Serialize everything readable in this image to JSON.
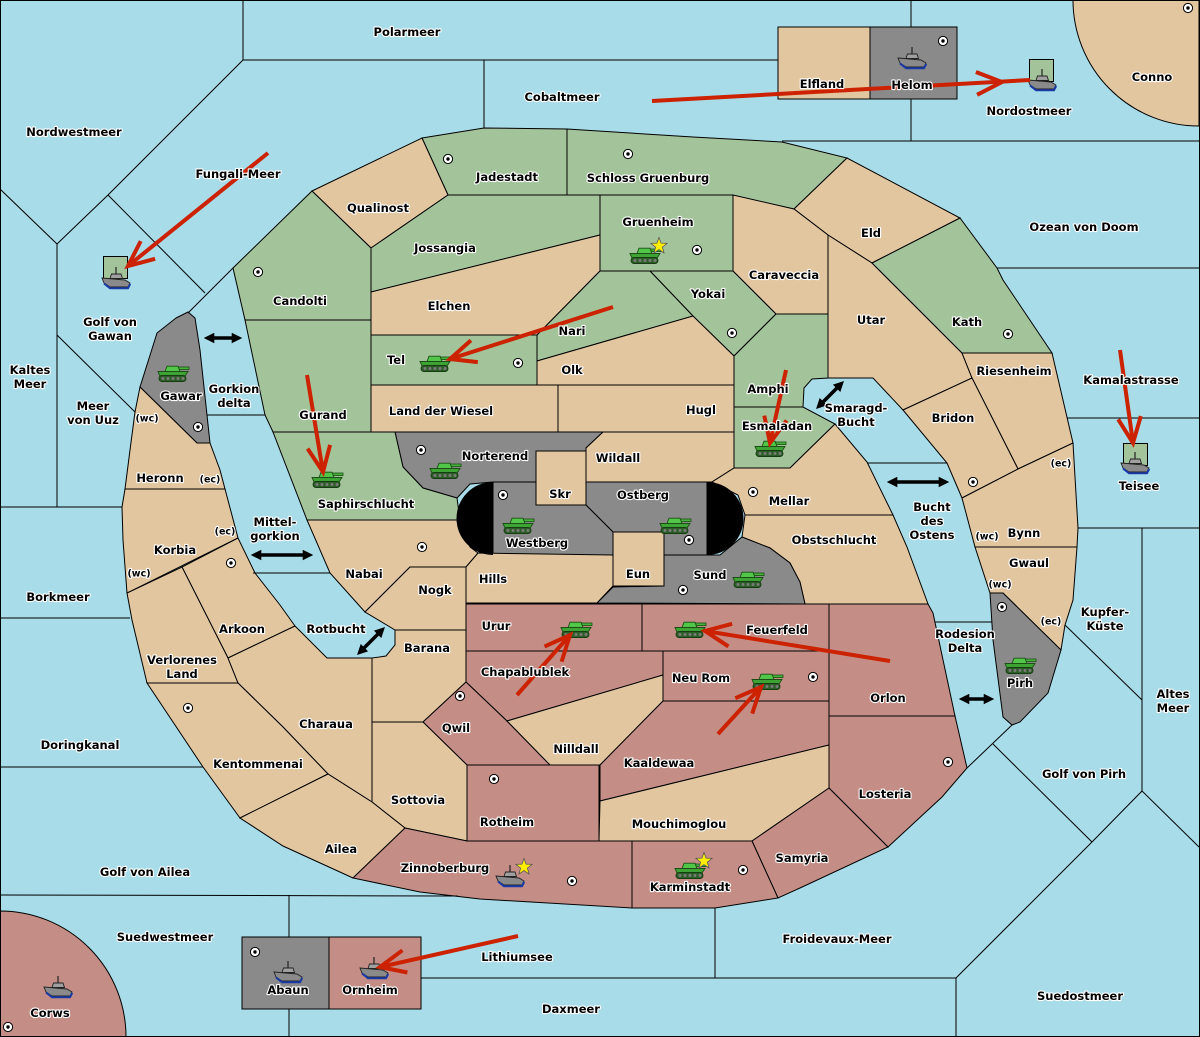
{
  "colors": {
    "sea": "#a8dce9",
    "neutral": "#e2c6a0",
    "green": "#a3c49a",
    "gray": "#8a8a8a",
    "red": "#c48e86",
    "border": "#000000",
    "order_arrow": "#cc2200",
    "crossing_arrow": "#000000",
    "star": "#ffee00",
    "supply_center": "#ffffff"
  },
  "territories": [
    {
      "id": "polarmeer",
      "name": "Polarmeer",
      "label": [
        "Polarmeer"
      ],
      "type": "sea"
    },
    {
      "id": "cobaltmeer",
      "name": "Cobaltmeer",
      "label": [
        "Cobaltmeer"
      ],
      "type": "sea"
    },
    {
      "id": "elfland",
      "name": "Elfland",
      "label": [
        "Elfland"
      ],
      "type": "land",
      "owner": "neutral"
    },
    {
      "id": "helom",
      "name": "Helom",
      "label": [
        "Helom"
      ],
      "type": "land",
      "owner": "gray"
    },
    {
      "id": "nordostmeer",
      "name": "Nordostmeer",
      "label": [
        "Nordostmeer"
      ],
      "type": "sea"
    },
    {
      "id": "conno",
      "name": "Conno",
      "label": [
        "Conno"
      ],
      "type": "land",
      "owner": "neutral"
    },
    {
      "id": "nordwestmeer",
      "name": "Nordwestmeer",
      "label": [
        "Nordwestmeer"
      ],
      "type": "sea"
    },
    {
      "id": "fungali-meer",
      "name": "Fungali-Meer",
      "label": [
        "Fungali-Meer"
      ],
      "type": "sea"
    },
    {
      "id": "jadestadt",
      "name": "Jadestadt",
      "label": [
        "Jadestadt"
      ],
      "type": "land",
      "owner": "green"
    },
    {
      "id": "schloss-gruenburg",
      "name": "Schloss Gruenburg",
      "label": [
        "Schloss Gruenburg"
      ],
      "type": "land",
      "owner": "green"
    },
    {
      "id": "qualinost",
      "name": "Qualinost",
      "label": [
        "Qualinost"
      ],
      "type": "land",
      "owner": "neutral"
    },
    {
      "id": "gruenheim",
      "name": "Gruenheim",
      "label": [
        "Gruenheim"
      ],
      "type": "land",
      "owner": "green"
    },
    {
      "id": "jossangia",
      "name": "Jossangia",
      "label": [
        "Jossangia"
      ],
      "type": "land",
      "owner": "green"
    },
    {
      "id": "eld",
      "name": "Eld",
      "label": [
        "Eld"
      ],
      "type": "land",
      "owner": "neutral"
    },
    {
      "id": "ozean-von-doom",
      "name": "Ozean von Doom",
      "label": [
        "Ozean von Doom"
      ],
      "type": "sea"
    },
    {
      "id": "caraveccia",
      "name": "Caraveccia",
      "label": [
        "Caraveccia"
      ],
      "type": "land",
      "owner": "neutral"
    },
    {
      "id": "candolti",
      "name": "Candolti",
      "label": [
        "Candolti"
      ],
      "type": "land",
      "owner": "green"
    },
    {
      "id": "elchen",
      "name": "Elchen",
      "label": [
        "Elchen"
      ],
      "type": "land",
      "owner": "neutral"
    },
    {
      "id": "yokai",
      "name": "Yokai",
      "label": [
        "Yokai"
      ],
      "type": "land",
      "owner": "green"
    },
    {
      "id": "utar",
      "name": "Utar",
      "label": [
        "Utar"
      ],
      "type": "land",
      "owner": "neutral"
    },
    {
      "id": "kath",
      "name": "Kath",
      "label": [
        "Kath"
      ],
      "type": "land",
      "owner": "green"
    },
    {
      "id": "nari",
      "name": "Nari",
      "label": [
        "Nari"
      ],
      "type": "land",
      "owner": "green"
    },
    {
      "id": "golf-von-gawan",
      "name": "Golf von Gawan",
      "label": [
        "Golf von",
        "Gawan"
      ],
      "type": "sea"
    },
    {
      "id": "tel",
      "name": "Tel",
      "label": [
        "Tel"
      ],
      "type": "land",
      "owner": "green"
    },
    {
      "id": "olk",
      "name": "Olk",
      "label": [
        "Olk"
      ],
      "type": "land",
      "owner": "neutral"
    },
    {
      "id": "riesenheim",
      "name": "Riesenheim",
      "label": [
        "Riesenheim"
      ],
      "type": "land",
      "owner": "neutral"
    },
    {
      "id": "kamalastrasse",
      "name": "Kamalastrasse",
      "label": [
        "Kamalastrasse"
      ],
      "type": "sea"
    },
    {
      "id": "kaltes-meer",
      "name": "Kaltes Meer",
      "label": [
        "Kaltes",
        "Meer"
      ],
      "type": "sea"
    },
    {
      "id": "amphi",
      "name": "Amphi",
      "label": [
        "Amphi"
      ],
      "type": "land",
      "owner": "green"
    },
    {
      "id": "gawar",
      "name": "Gawar",
      "label": [
        "Gawar"
      ],
      "type": "land",
      "owner": "gray"
    },
    {
      "id": "gorkion-delta",
      "name": "Gorkion delta",
      "label": [
        "Gorkion",
        "delta"
      ],
      "type": "sea"
    },
    {
      "id": "meer-von-uuz",
      "name": "Meer von Uuz",
      "label": [
        "Meer",
        "von Uuz"
      ],
      "type": "sea"
    },
    {
      "id": "land-der-wiesel",
      "name": "Land der Wiesel",
      "label": [
        "Land der Wiesel"
      ],
      "type": "land",
      "owner": "neutral"
    },
    {
      "id": "hugl",
      "name": "Hugl",
      "label": [
        "Hugl"
      ],
      "type": "land",
      "owner": "neutral"
    },
    {
      "id": "gurand",
      "name": "Gurand",
      "label": [
        "Gurand"
      ],
      "type": "land",
      "owner": "green"
    },
    {
      "id": "smaragd-bucht",
      "name": "Smaragd-Bucht",
      "label": [
        "Smaragd-",
        "Bucht"
      ],
      "type": "sea"
    },
    {
      "id": "bridon",
      "name": "Bridon",
      "label": [
        "Bridon"
      ],
      "type": "land",
      "owner": "neutral"
    },
    {
      "id": "esmaladan",
      "name": "Esmaladan",
      "label": [
        "Esmaladan"
      ],
      "type": "land",
      "owner": "green"
    },
    {
      "id": "norterend",
      "name": "Norterend",
      "label": [
        "Norterend"
      ],
      "type": "land",
      "owner": "gray"
    },
    {
      "id": "wildall",
      "name": "Wildall",
      "label": [
        "Wildall"
      ],
      "type": "land",
      "owner": "neutral"
    },
    {
      "id": "heronn",
      "name": "Heronn",
      "label": [
        "Heronn"
      ],
      "type": "land",
      "owner": "neutral",
      "coast_labels": [
        "(wc)",
        "(ec)"
      ]
    },
    {
      "id": "bynn",
      "name": "Bynn",
      "label": [
        "Bynn"
      ],
      "type": "land",
      "owner": "neutral",
      "coast_labels": [
        "(wc)",
        "(ec)"
      ]
    },
    {
      "id": "teisee",
      "name": "Teisee",
      "label": [
        "Teisee"
      ],
      "type": "sea"
    },
    {
      "id": "skr",
      "name": "Skr",
      "label": [
        "Skr"
      ],
      "type": "land",
      "owner": "neutral"
    },
    {
      "id": "ostberg",
      "name": "Ostberg",
      "label": [
        "Ostberg"
      ],
      "type": "land",
      "owner": "gray"
    },
    {
      "id": "mellar",
      "name": "Mellar",
      "label": [
        "Mellar"
      ],
      "type": "land",
      "owner": "neutral"
    },
    {
      "id": "saphirschlucht",
      "name": "Saphirschlucht",
      "label": [
        "Saphirschlucht"
      ],
      "type": "land",
      "owner": "green"
    },
    {
      "id": "bucht-des-ostens",
      "name": "Bucht des Ostens",
      "label": [
        "Bucht",
        "des",
        "Ostens"
      ],
      "type": "sea"
    },
    {
      "id": "mittel-gorkion",
      "name": "Mittel-gorkion",
      "label": [
        "Mittel-",
        "gorkion"
      ],
      "type": "sea"
    },
    {
      "id": "korbia",
      "name": "Korbia",
      "label": [
        "Korbia"
      ],
      "type": "land",
      "owner": "neutral",
      "coast_labels": [
        "(wc)",
        "(ec)"
      ]
    },
    {
      "id": "obstschlucht",
      "name": "Obstschlucht",
      "label": [
        "Obstschlucht"
      ],
      "type": "land",
      "owner": "neutral"
    },
    {
      "id": "westberg",
      "name": "Westberg",
      "label": [
        "Westberg"
      ],
      "type": "land",
      "owner": "gray"
    },
    {
      "id": "gwaul",
      "name": "Gwaul",
      "label": [
        "Gwaul"
      ],
      "type": "land",
      "owner": "neutral",
      "coast_labels": [
        "(wc)",
        "(ec)"
      ]
    },
    {
      "id": "nabai",
      "name": "Nabai",
      "label": [
        "Nabai"
      ],
      "type": "land",
      "owner": "neutral"
    },
    {
      "id": "eun",
      "name": "Eun",
      "label": [
        "Eun"
      ],
      "type": "land",
      "owner": "neutral"
    },
    {
      "id": "sund",
      "name": "Sund",
      "label": [
        "Sund"
      ],
      "type": "land",
      "owner": "gray"
    },
    {
      "id": "hills",
      "name": "Hills",
      "label": [
        "Hills"
      ],
      "type": "land",
      "owner": "neutral"
    },
    {
      "id": "nogk",
      "name": "Nogk",
      "label": [
        "Nogk"
      ],
      "type": "land",
      "owner": "neutral"
    },
    {
      "id": "borkmeer",
      "name": "Borkmeer",
      "label": [
        "Borkmeer"
      ],
      "type": "sea"
    },
    {
      "id": "kupfer-kueste",
      "name": "Kupfer-Küste",
      "label": [
        "Kupfer-",
        "Küste"
      ],
      "type": "sea"
    },
    {
      "id": "urur",
      "name": "Urur",
      "label": [
        "Urur"
      ],
      "type": "land",
      "owner": "red"
    },
    {
      "id": "rotbucht",
      "name": "Rotbucht",
      "label": [
        "Rotbucht"
      ],
      "type": "sea"
    },
    {
      "id": "arkoon",
      "name": "Arkoon",
      "label": [
        "Arkoon"
      ],
      "type": "land",
      "owner": "neutral"
    },
    {
      "id": "feuerfeld",
      "name": "Feuerfeld",
      "label": [
        "Feuerfeld"
      ],
      "type": "land",
      "owner": "red"
    },
    {
      "id": "rodesion-delta",
      "name": "Rodesion Delta",
      "label": [
        "Rodesion",
        "Delta"
      ],
      "type": "sea"
    },
    {
      "id": "barana",
      "name": "Barana",
      "label": [
        "Barana"
      ],
      "type": "land",
      "owner": "neutral"
    },
    {
      "id": "verlorenes-land",
      "name": "Verlorenes Land",
      "label": [
        "Verlorenes",
        "Land"
      ],
      "type": "land",
      "owner": "neutral"
    },
    {
      "id": "chapablublek",
      "name": "Chapablublek",
      "label": [
        "Chapablublek"
      ],
      "type": "land",
      "owner": "red"
    },
    {
      "id": "neu-rom",
      "name": "Neu Rom",
      "label": [
        "Neu Rom"
      ],
      "type": "land",
      "owner": "red"
    },
    {
      "id": "pirh",
      "name": "Pirh",
      "label": [
        "Pirh"
      ],
      "type": "land",
      "owner": "gray"
    },
    {
      "id": "altes-meer",
      "name": "Altes Meer",
      "label": [
        "Altes",
        "Meer"
      ],
      "type": "sea"
    },
    {
      "id": "orlon",
      "name": "Orlon",
      "label": [
        "Orlon"
      ],
      "type": "land",
      "owner": "red"
    },
    {
      "id": "charaua",
      "name": "Charaua",
      "label": [
        "Charaua"
      ],
      "type": "land",
      "owner": "neutral"
    },
    {
      "id": "qwil",
      "name": "Qwil",
      "label": [
        "Qwil"
      ],
      "type": "land",
      "owner": "red"
    },
    {
      "id": "nilldall",
      "name": "Nilldall",
      "label": [
        "Nilldall"
      ],
      "type": "land",
      "owner": "neutral"
    },
    {
      "id": "doringkanal",
      "name": "Doringkanal",
      "label": [
        "Doringkanal"
      ],
      "type": "sea"
    },
    {
      "id": "kentommenai",
      "name": "Kentommenai",
      "label": [
        "Kentommenai"
      ],
      "type": "land",
      "owner": "neutral"
    },
    {
      "id": "kaaldewaa",
      "name": "Kaaldewaa",
      "label": [
        "Kaaldewaa"
      ],
      "type": "land",
      "owner": "red"
    },
    {
      "id": "golf-von-pirh",
      "name": "Golf von Pirh",
      "label": [
        "Golf von Pirh"
      ],
      "type": "sea"
    },
    {
      "id": "losteria",
      "name": "Losteria",
      "label": [
        "Losteria"
      ],
      "type": "land",
      "owner": "red"
    },
    {
      "id": "sottovia",
      "name": "Sottovia",
      "label": [
        "Sottovia"
      ],
      "type": "land",
      "owner": "neutral"
    },
    {
      "id": "rotheim",
      "name": "Rotheim",
      "label": [
        "Rotheim"
      ],
      "type": "land",
      "owner": "red"
    },
    {
      "id": "mouchimoglou",
      "name": "Mouchimoglou",
      "label": [
        "Mouchimoglou"
      ],
      "type": "land",
      "owner": "neutral"
    },
    {
      "id": "ailea",
      "name": "Ailea",
      "label": [
        "Ailea"
      ],
      "type": "land",
      "owner": "neutral"
    },
    {
      "id": "samyria",
      "name": "Samyria",
      "label": [
        "Samyria"
      ],
      "type": "land",
      "owner": "red"
    },
    {
      "id": "zinnoberburg",
      "name": "Zinnoberburg",
      "label": [
        "Zinnoberburg"
      ],
      "type": "land",
      "owner": "red"
    },
    {
      "id": "golf-von-ailea",
      "name": "Golf von Ailea",
      "label": [
        "Golf von Ailea"
      ],
      "type": "sea"
    },
    {
      "id": "karminstadt",
      "name": "Karminstadt",
      "label": [
        "Karminstadt"
      ],
      "type": "land",
      "owner": "red"
    },
    {
      "id": "suedwestmeer",
      "name": "Suedwestmeer",
      "label": [
        "Suedwestmeer"
      ],
      "type": "sea"
    },
    {
      "id": "froidevaux-meer",
      "name": "Froidevaux-Meer",
      "label": [
        "Froidevaux-Meer"
      ],
      "type": "sea"
    },
    {
      "id": "lithiumsee",
      "name": "Lithiumsee",
      "label": [
        "Lithiumsee"
      ],
      "type": "sea"
    },
    {
      "id": "suedostmeer",
      "name": "Suedostmeer",
      "label": [
        "Suedostmeer"
      ],
      "type": "sea"
    },
    {
      "id": "abaun",
      "name": "Abaun",
      "label": [
        "Abaun"
      ],
      "type": "land",
      "owner": "gray"
    },
    {
      "id": "ornheim",
      "name": "Ornheim",
      "label": [
        "Ornheim"
      ],
      "type": "land",
      "owner": "red"
    },
    {
      "id": "daxmeer",
      "name": "Daxmeer",
      "label": [
        "Daxmeer"
      ],
      "type": "sea"
    },
    {
      "id": "corws",
      "name": "Corws",
      "label": [
        "Corws"
      ],
      "type": "land",
      "owner": "red"
    }
  ],
  "supply_centers": [
    "candolti",
    "jadestadt",
    "schloss-gruenburg",
    "gruenheim",
    "yokai",
    "tel",
    "kath",
    "helom",
    "conno",
    "gawar",
    "korbia",
    "norterend",
    "westberg",
    "ostberg",
    "mellar",
    "bridon",
    "nabai",
    "sund",
    "pirh",
    "kentommenai",
    "qwil",
    "neu-rom",
    "rotheim",
    "losteria",
    "zinnoberburg",
    "karminstadt",
    "abaun",
    "corws"
  ],
  "star_markers": [
    "gruenheim",
    "zinnoberburg",
    "karminstadt"
  ],
  "units": [
    {
      "type": "fleet",
      "territory": "golf-von-gawan",
      "owner_marker": "green"
    },
    {
      "type": "fleet",
      "territory": "helom"
    },
    {
      "type": "fleet",
      "territory": "nordostmeer",
      "owner_marker": "green"
    },
    {
      "type": "fleet",
      "territory": "teisee",
      "owner_marker": "green"
    },
    {
      "type": "fleet",
      "territory": "zinnoberburg"
    },
    {
      "type": "fleet",
      "territory": "ornheim"
    },
    {
      "type": "fleet",
      "territory": "abaun"
    },
    {
      "type": "fleet",
      "territory": "corws"
    },
    {
      "type": "army",
      "territory": "gruenheim"
    },
    {
      "type": "army",
      "territory": "tel"
    },
    {
      "type": "army",
      "territory": "gawar"
    },
    {
      "type": "army",
      "territory": "saphirschlucht"
    },
    {
      "type": "army",
      "territory": "norterend"
    },
    {
      "type": "army",
      "territory": "westberg"
    },
    {
      "type": "army",
      "territory": "ostberg"
    },
    {
      "type": "army",
      "territory": "esmaladan"
    },
    {
      "type": "army",
      "territory": "sund"
    },
    {
      "type": "army",
      "territory": "urur"
    },
    {
      "type": "army",
      "territory": "feuerfeld"
    },
    {
      "type": "army",
      "territory": "neu-rom"
    },
    {
      "type": "army",
      "territory": "karminstadt"
    },
    {
      "type": "army",
      "territory": "pirh"
    }
  ],
  "orders": [
    {
      "type": "move",
      "from": "fungali-meer",
      "to": "golf-von-gawan"
    },
    {
      "type": "move",
      "from": "cobaltmeer",
      "to": "nordostmeer"
    },
    {
      "type": "move",
      "from": "kamalastrasse",
      "to": "teisee"
    },
    {
      "type": "move",
      "from": "nari",
      "to": "tel"
    },
    {
      "type": "move",
      "from": "gurand",
      "to": "saphirschlucht"
    },
    {
      "type": "move",
      "from": "amphi",
      "to": "esmaladan"
    },
    {
      "type": "move",
      "from": "chapablublek",
      "to": "urur"
    },
    {
      "type": "move",
      "from": "orlon",
      "to": "feuerfeld"
    },
    {
      "type": "move",
      "from": "kaaldewaa",
      "to": "neu-rom"
    },
    {
      "type": "move",
      "from": "lithiumsee",
      "to": "ornheim"
    }
  ],
  "crossings": [
    {
      "water": "gorkion-delta",
      "icon": "double-arrow-icon"
    },
    {
      "water": "mittel-gorkion",
      "icon": "double-arrow-icon"
    },
    {
      "water": "rotbucht",
      "icon": "double-arrow-icon"
    },
    {
      "water": "smaragd-bucht",
      "icon": "double-arrow-icon"
    },
    {
      "water": "bucht-des-ostens",
      "icon": "double-arrow-icon"
    },
    {
      "water": "rodesion-delta",
      "icon": "double-arrow-icon"
    }
  ]
}
